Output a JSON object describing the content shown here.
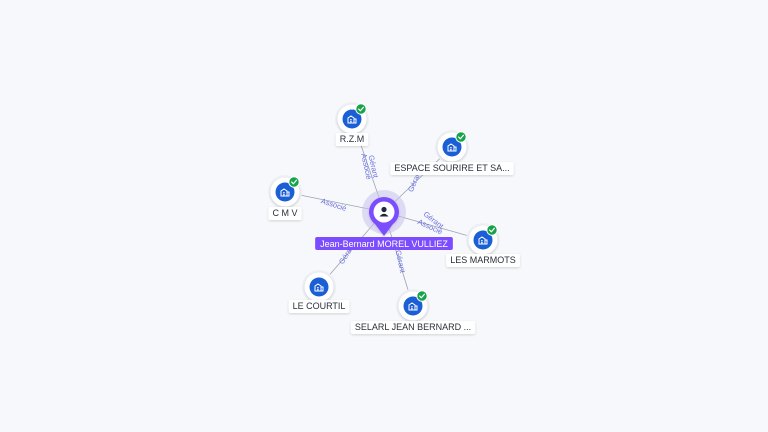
{
  "center": {
    "name": "Jean-Bernard MOREL VULLIEZ",
    "icon": "person-icon",
    "color": "#7c4dff"
  },
  "companies": [
    {
      "id": "rzm",
      "name": "R.Z.M",
      "icon": "building-icon",
      "verified": true,
      "edges": [
        "Gérant",
        "Associé"
      ]
    },
    {
      "id": "espace",
      "name": "ESPACE SOURIRE ET SA...",
      "icon": "building-icon",
      "verified": true,
      "edges": [
        "Gérant"
      ]
    },
    {
      "id": "cmv",
      "name": "C M V",
      "icon": "building-icon",
      "verified": true,
      "edges": [
        "Associé"
      ]
    },
    {
      "id": "marmots",
      "name": "LES MARMOTS",
      "icon": "building-icon",
      "verified": true,
      "edges": [
        "Gérant",
        "Associé"
      ]
    },
    {
      "id": "courtil",
      "name": "LE COURTIL",
      "icon": "building-icon",
      "verified": false,
      "edges": [
        "Gérant"
      ]
    },
    {
      "id": "selarl",
      "name": "SELARL JEAN BERNARD ...",
      "icon": "building-icon",
      "verified": true,
      "edges": [
        "Gérant"
      ]
    }
  ],
  "colors": {
    "node_blue": "#1a5fd6",
    "verified_green": "#16a34a",
    "edge": "#9aa3b2",
    "edge_label": "#6b6fe0"
  }
}
